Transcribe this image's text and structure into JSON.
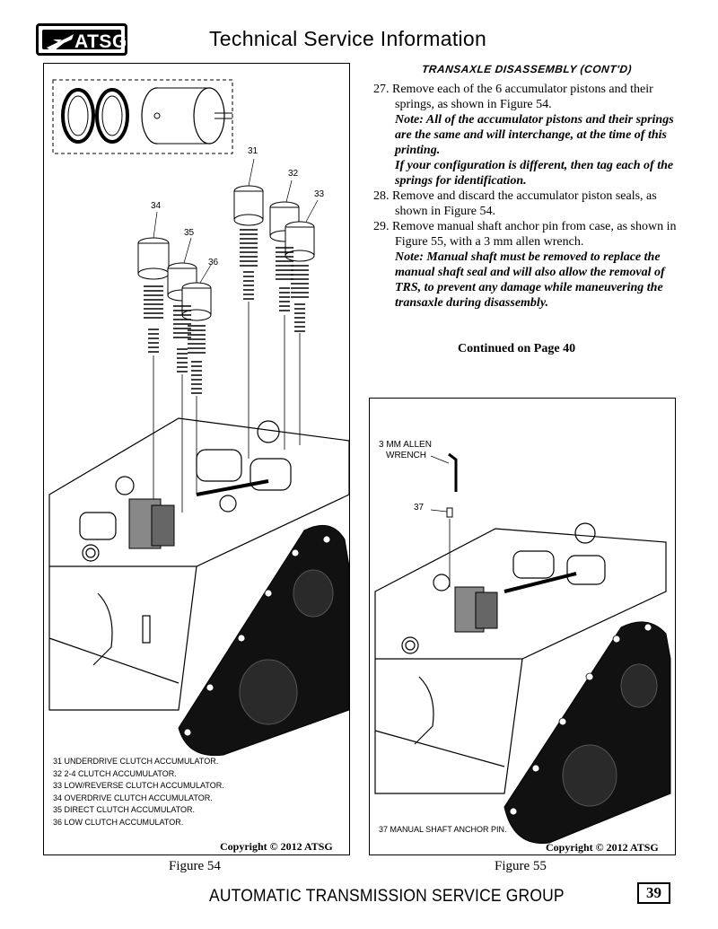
{
  "header": {
    "logo_text": "ATSG",
    "title": "Technical Service Information"
  },
  "section_title": "TRANSAXLE DISASSEMBLY (CONT'D)",
  "steps": [
    {
      "number": "27.",
      "text": "Remove each of the 6 accumulator pistons and their springs, as shown in Figure 54."
    },
    {
      "note": "Note: All of the accumulator pistons and their springs are the same and will interchange, at the time of this printing."
    },
    {
      "note": "If your configuration is different, then tag each of the springs for identification."
    },
    {
      "number": "28.",
      "text": "Remove and discard the accumulator piston seals, as shown in Figure 54."
    },
    {
      "number": "29.",
      "text": "Remove manual shaft anchor pin from case, as shown in Figure 55, with a 3 mm allen wrench."
    },
    {
      "note": "Note: Manual shaft must be removed to replace the manual shaft seal and will also allow the removal of TRS, to prevent any damage while maneuvering the transaxle during disassembly."
    }
  ],
  "continued": "Continued on Page 40",
  "figure54": {
    "caption": "Figure 54",
    "copyright": "Copyright © 2012 ATSG",
    "callouts": [
      "31",
      "32",
      "33",
      "34",
      "35",
      "36"
    ],
    "legend": [
      "31  UNDERDRIVE CLUTCH ACCUMULATOR.",
      "32  2-4 CLUTCH ACCUMULATOR.",
      "33  LOW/REVERSE CLUTCH ACCUMULATOR.",
      "34  OVERDRIVE CLUTCH ACCUMULATOR.",
      "35  DIRECT CLUTCH ACCUMULATOR.",
      "36  LOW CLUTCH ACCUMULATOR."
    ]
  },
  "figure55": {
    "caption": "Figure 55",
    "copyright": "Copyright © 2012 ATSG",
    "tool_label_line1": "3 MM ALLEN",
    "tool_label_line2": "WRENCH",
    "callout": "37",
    "legend": "37  MANUAL SHAFT ANCHOR PIN."
  },
  "footer": {
    "title": "AUTOMATIC TRANSMISSION SERVICE GROUP",
    "page_number": "39"
  }
}
